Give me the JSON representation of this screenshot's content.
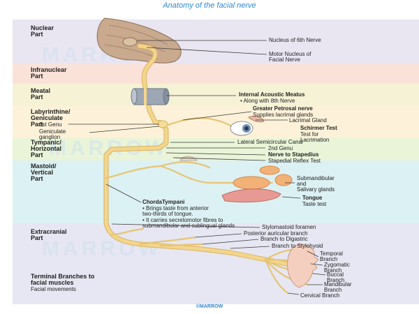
{
  "title": "Anatomy of the facial nerve",
  "footer": "©MARROW",
  "watermark": "MARROW",
  "sections": {
    "nuclear": "Nuclear\nPart",
    "infranuclear": "Infranuclear\nPart",
    "meatal": "Meatal\nPart",
    "labyrinthine": "Labyrinthine/\nGeniculate\nPart",
    "tympanic": "Tympanic/\nHorizontal\nPart",
    "mastoid": "Mastoid/\nVertical\nPart",
    "extracranial": "Extracranial\nPart"
  },
  "labels": {
    "nucleus_6th": "Nucleus of 6th Nerve",
    "motor_nucleus": "Motor Nucleus of\nFacial Nerve",
    "iam_title": "Internal Acoustic Meatus",
    "iam_sub": "• Along with 8th Nerve",
    "gpn_title": "Greater Petrosal nerve",
    "gpn_sub": "Supplies lacrimal glands",
    "lacrimal": "Lacrimal Gland",
    "schirmer_title": "Schirmer Test",
    "schirmer_sub": "Test for\nLacrimation",
    "genu1": "1st Genu",
    "geniculate": "Geniculate\nganglion",
    "lateral_canal": "Lateral Semicircular Canal",
    "genu2": "2nd Genu",
    "stapedius_title": "Nerve to Stapedius",
    "stapedius_sub": "Stapedial Reflex Test",
    "submandibular": "Submandibular\nand\nSalivary glands",
    "tongue_title": "Tongue",
    "tongue_sub": "Taste test",
    "chorda_title": "ChordaTympani",
    "chorda_1": "• Brings taste from anterior\n   two-thirds of tongue.",
    "chorda_2": "• It carries secretomotor fibres to\n   submandibular and sublingual glands",
    "stylomastoid": "Stylomastoid foramen",
    "post_auricular": "Posterior auricular branch",
    "digastric": "Branch to Digastric",
    "stylohyoid": "Branch to Stylohyoid",
    "temporal": "Temporal\nBranch",
    "zygomatic": "Zygomatic\nBranch",
    "buccal": "Buccal\nBranch",
    "mandibular": "Mandibular\nBranch",
    "cervical": "Cervical Branch",
    "terminal_title": "Terminal Branches to\nfacial muscles",
    "terminal_sub": "Facial movements"
  },
  "colors": {
    "nuclear": "#e9e6f2",
    "infranuclear": "#fbe2d8",
    "meatal": "#f6f2d6",
    "labyrinthine": "#fdf2d9",
    "tympanic": "#e9f4d8",
    "mastoid": "#dcf1f3",
    "extracranial": "#e6e7f2",
    "nerve": "#f3d58d",
    "nerve_edge": "#d9b45e",
    "title": "#2f88d3"
  }
}
